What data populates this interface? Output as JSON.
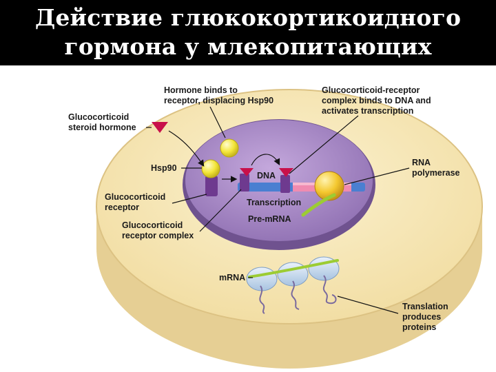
{
  "title": {
    "line1": "Действие глюкокортикоидного",
    "line2": "гормона у млекопитающих"
  },
  "labels": {
    "hormone_binds": [
      "Hormone binds to",
      "receptor, displacing Hsp90"
    ],
    "complex_binds": [
      "Glucocorticoid-receptor",
      "complex binds to DNA and",
      "activates transcription"
    ],
    "steroid": [
      "Glucocorticoid",
      "steroid hormone"
    ],
    "hsp90": "Hsp90",
    "dna": "DNA",
    "rna_polymerase": [
      "RNA",
      "polymerase"
    ],
    "receptor": [
      "Glucocorticoid",
      "receptor"
    ],
    "transcription": "Transcription",
    "pre_mrna": "Pre-mRNA",
    "receptor_complex": [
      "Glucocorticoid",
      "receptor complex"
    ],
    "mrna": "mRNA",
    "translation": [
      "Translation",
      "produces",
      "proteins"
    ]
  },
  "colors": {
    "title_bg": "#000000",
    "title_text": "#ffffff",
    "cytoplasm": "#f7e7b4",
    "cell_rim": "#e3cd92",
    "nucleus": "#a887c4",
    "nucleus_dark": "#7e5fa0",
    "hormone": "#c8104a",
    "hsp90": "#f2e33c",
    "receptor": "#6e3a8f",
    "dna_blue": "#4a7fd1",
    "dna_pink": "#f08bb0",
    "mrna_green": "#9ccc33",
    "ribosome": "#c7dcef"
  }
}
